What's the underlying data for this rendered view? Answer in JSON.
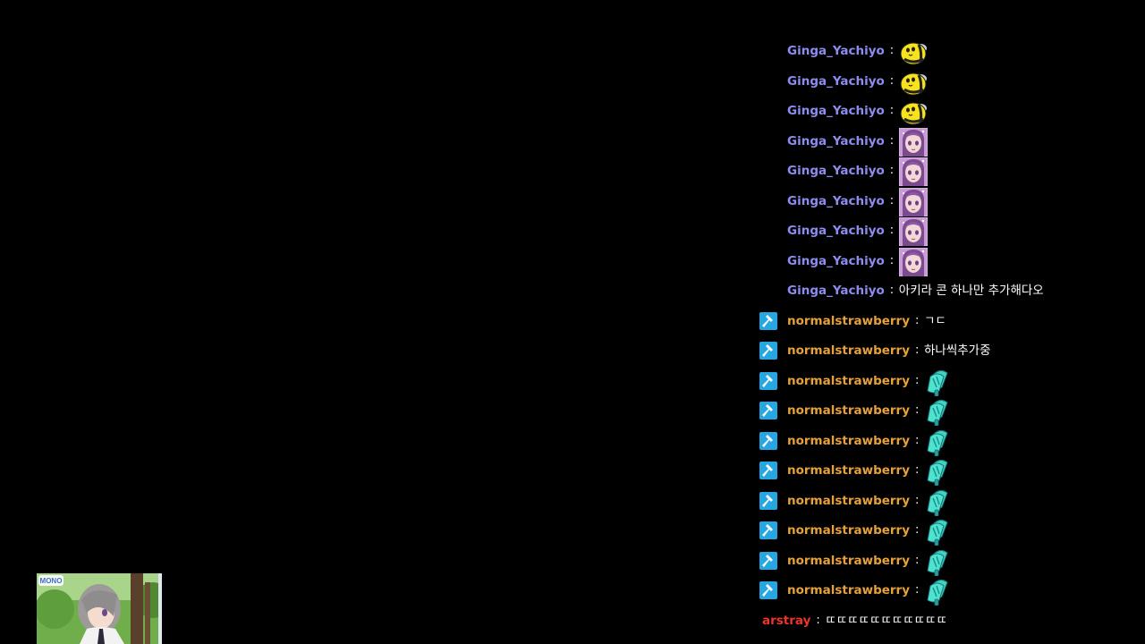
{
  "colors": {
    "user_yachiyo": "#8d8df0",
    "user_strawberry": "#e6a13a",
    "user_arstray": "#f0332a",
    "text": "#ffffff",
    "mod_badge": "#27a7e2"
  },
  "chat": {
    "separator": ":",
    "messages": [
      {
        "user": "Ginga_Yachiyo",
        "badge": "",
        "emote": "bee-emote",
        "text": ""
      },
      {
        "user": "Ginga_Yachiyo",
        "badge": "",
        "emote": "bee-emote",
        "text": ""
      },
      {
        "user": "Ginga_Yachiyo",
        "badge": "",
        "emote": "bee-emote",
        "text": ""
      },
      {
        "user": "Ginga_Yachiyo",
        "badge": "",
        "emote": "anime-girl-emote",
        "text": ""
      },
      {
        "user": "Ginga_Yachiyo",
        "badge": "",
        "emote": "anime-girl-emote",
        "text": ""
      },
      {
        "user": "Ginga_Yachiyo",
        "badge": "",
        "emote": "anime-girl-emote",
        "text": ""
      },
      {
        "user": "Ginga_Yachiyo",
        "badge": "",
        "emote": "anime-girl-emote",
        "text": ""
      },
      {
        "user": "Ginga_Yachiyo",
        "badge": "",
        "emote": "anime-girl-emote",
        "text": ""
      },
      {
        "user": "Ginga_Yachiyo",
        "badge": "",
        "emote": "",
        "text": "아키라 콘 하나만 추가해다오"
      },
      {
        "user": "normalstrawberry",
        "badge": "moderator-sword-icon",
        "emote": "",
        "text": "ㄱㄷ"
      },
      {
        "user": "normalstrawberry",
        "badge": "moderator-sword-icon",
        "emote": "",
        "text": "하나씩추가중"
      },
      {
        "user": "normalstrawberry",
        "badge": "moderator-sword-icon",
        "emote": "popsicle-emote",
        "text": ""
      },
      {
        "user": "normalstrawberry",
        "badge": "moderator-sword-icon",
        "emote": "popsicle-emote",
        "text": ""
      },
      {
        "user": "normalstrawberry",
        "badge": "moderator-sword-icon",
        "emote": "popsicle-emote",
        "text": ""
      },
      {
        "user": "normalstrawberry",
        "badge": "moderator-sword-icon",
        "emote": "popsicle-emote",
        "text": ""
      },
      {
        "user": "normalstrawberry",
        "badge": "moderator-sword-icon",
        "emote": "popsicle-emote",
        "text": ""
      },
      {
        "user": "normalstrawberry",
        "badge": "moderator-sword-icon",
        "emote": "popsicle-emote",
        "text": ""
      },
      {
        "user": "normalstrawberry",
        "badge": "moderator-sword-icon",
        "emote": "popsicle-emote",
        "text": ""
      },
      {
        "user": "normalstrawberry",
        "badge": "moderator-sword-icon",
        "emote": "popsicle-emote",
        "text": ""
      },
      {
        "user": "arstray",
        "badge": "",
        "emote": "",
        "text": "ㄸㄸㄸㄸㄸㄸㄸㄸㄸㄸㄸ"
      }
    ]
  },
  "webcam": {
    "logo_text": "MONO"
  }
}
